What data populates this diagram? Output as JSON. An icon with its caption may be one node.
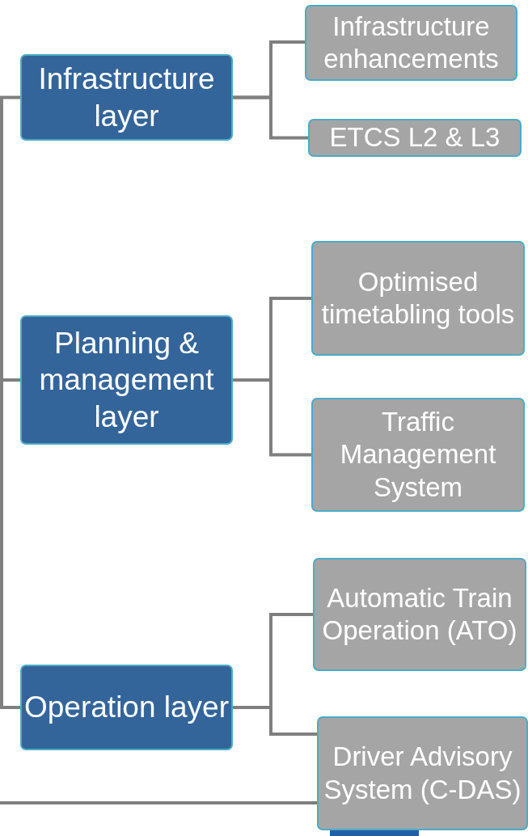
{
  "diagram": {
    "nodes": [
      {
        "text": [
          "Infrastructure layer"
        ]
      },
      {
        "text": [
          "Planning & management layer"
        ]
      },
      {
        "text": [
          "Operation layer"
        ]
      },
      {
        "text": [
          "Infrastructure enhancements"
        ]
      },
      {
        "text": [
          "ETCS L2 & L3"
        ]
      },
      {
        "text": [
          "Optimised timetabling tools"
        ]
      },
      {
        "text": [
          "Traffic Management System"
        ]
      },
      {
        "text": [
          "Automatic Train Operation (ATO)"
        ]
      },
      {
        "text": [
          "Driver Advisory System (C-DAS)"
        ]
      }
    ],
    "edges": [
      {
        "from": null,
        "to": 0,
        "arrow": "none"
      },
      {
        "from": null,
        "to": 1,
        "arrow": "none"
      },
      {
        "from": null,
        "to": 2,
        "arrow": "none"
      },
      {
        "from": 0,
        "to": 3,
        "arrow": "none"
      },
      {
        "from": 0,
        "to": 4,
        "arrow": "none"
      },
      {
        "from": 1,
        "to": 5,
        "arrow": "none"
      },
      {
        "from": 1,
        "to": 6,
        "arrow": "none"
      },
      {
        "from": 2,
        "to": 7,
        "arrow": "none"
      },
      {
        "from": 2,
        "to": 8,
        "arrow": "none"
      },
      {
        "from": null,
        "to": 8,
        "arrow": "none"
      }
    ]
  }
}
